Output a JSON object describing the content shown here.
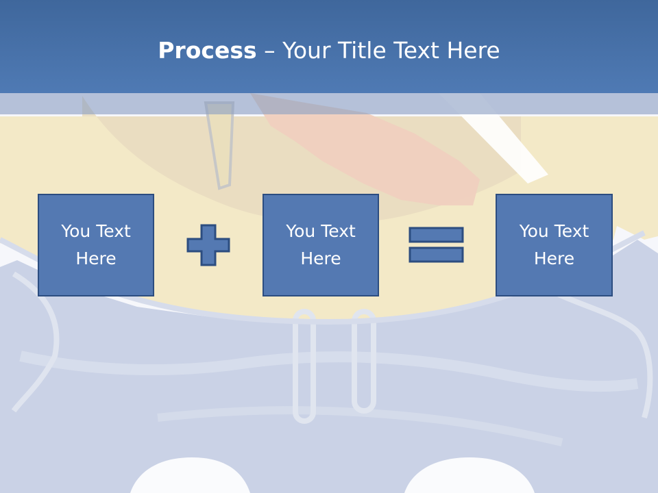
{
  "slide": {
    "title_strong": "Process",
    "title_rest": " – Your Title Text Here",
    "boxes": [
      {
        "text": "You Text Here"
      },
      {
        "text": "You Text Here"
      },
      {
        "text": "You Text Here"
      }
    ],
    "operators": [
      "plus",
      "equals"
    ]
  },
  "colors": {
    "title_bar": "#4f7ab4",
    "box_fill": "#5479b2",
    "box_border": "#2c4d80",
    "text": "#ffffff"
  }
}
